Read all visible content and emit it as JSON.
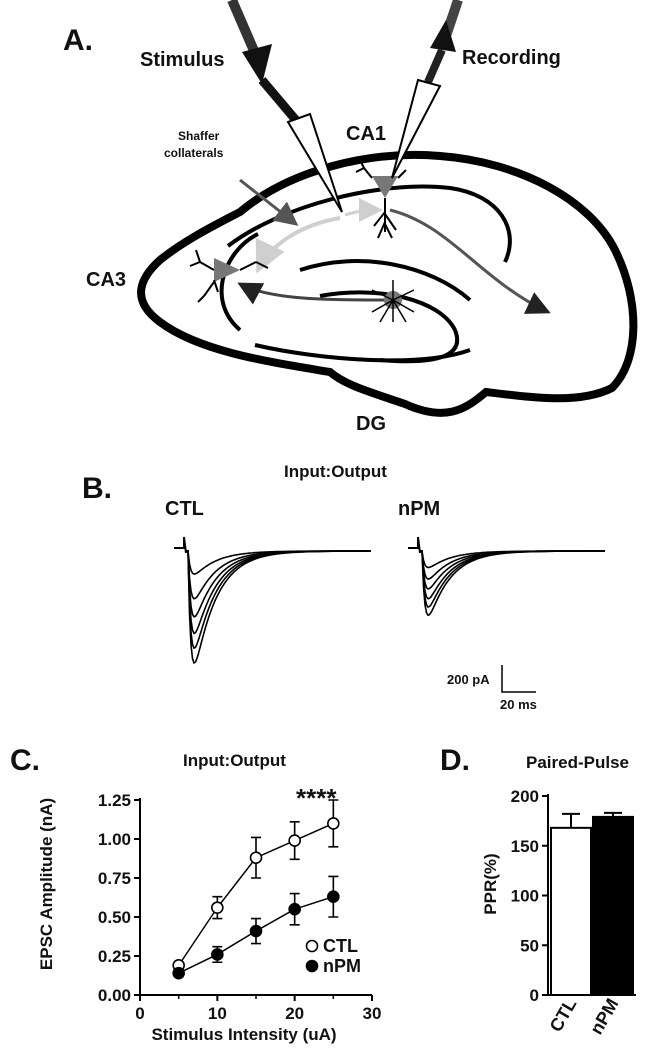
{
  "panels": {
    "a": {
      "letter": "A.",
      "stimulus": "Stimulus",
      "recording": "Recording",
      "shaffer": [
        "Shaffer",
        "collaterals"
      ],
      "ca1": "CA1",
      "ca3": "CA3",
      "dg": "DG"
    },
    "b": {
      "letter": "B.",
      "title": "Input:Output",
      "left": "CTL",
      "right": "nPM",
      "scale_y": "200 pA",
      "scale_x": "20 ms"
    },
    "c": {
      "letter": "C."
    },
    "d": {
      "letter": "D."
    }
  },
  "colors": {
    "ctl_fill": "#ffffff",
    "npm_fill": "#000000",
    "stroke": "#000000",
    "arrow_gray": "#555555",
    "arrow_light": "#d0d0d0"
  },
  "chart_data": [
    {
      "type": "line",
      "title": "Input:Output",
      "xlabel": "Stimulus Intensity (uA)",
      "ylabel": "EPSC Amplitude (nA)",
      "xlim": [
        0,
        30
      ],
      "ylim": [
        0,
        1.25
      ],
      "xticks": [
        "0",
        "10",
        "20",
        "30"
      ],
      "yticks": [
        "0.00",
        "0.25",
        "0.50",
        "0.75",
        "1.00",
        "1.25"
      ],
      "annotation": "****",
      "legend_position": "bottom-right",
      "x": [
        5,
        10,
        15,
        20,
        25
      ],
      "series": [
        {
          "name": "CTL",
          "marker": "open-circle",
          "values": [
            0.19,
            0.56,
            0.88,
            0.99,
            1.1
          ],
          "errors": [
            0.02,
            0.07,
            0.13,
            0.12,
            0.15
          ]
        },
        {
          "name": "nPM",
          "marker": "filled-circle",
          "values": [
            0.14,
            0.26,
            0.41,
            0.55,
            0.63
          ],
          "errors": [
            0.02,
            0.05,
            0.08,
            0.1,
            0.13
          ]
        }
      ]
    },
    {
      "type": "bar",
      "title": "Paired-Pulse",
      "ylabel": "PPR(%)",
      "ylim": [
        0,
        200
      ],
      "yticks": [
        "0",
        "50",
        "100",
        "150",
        "200"
      ],
      "categories": [
        "CTL",
        "nPM"
      ],
      "values": [
        168,
        179
      ],
      "errors": [
        14,
        4
      ],
      "fills": [
        "#ffffff",
        "#000000"
      ]
    }
  ]
}
